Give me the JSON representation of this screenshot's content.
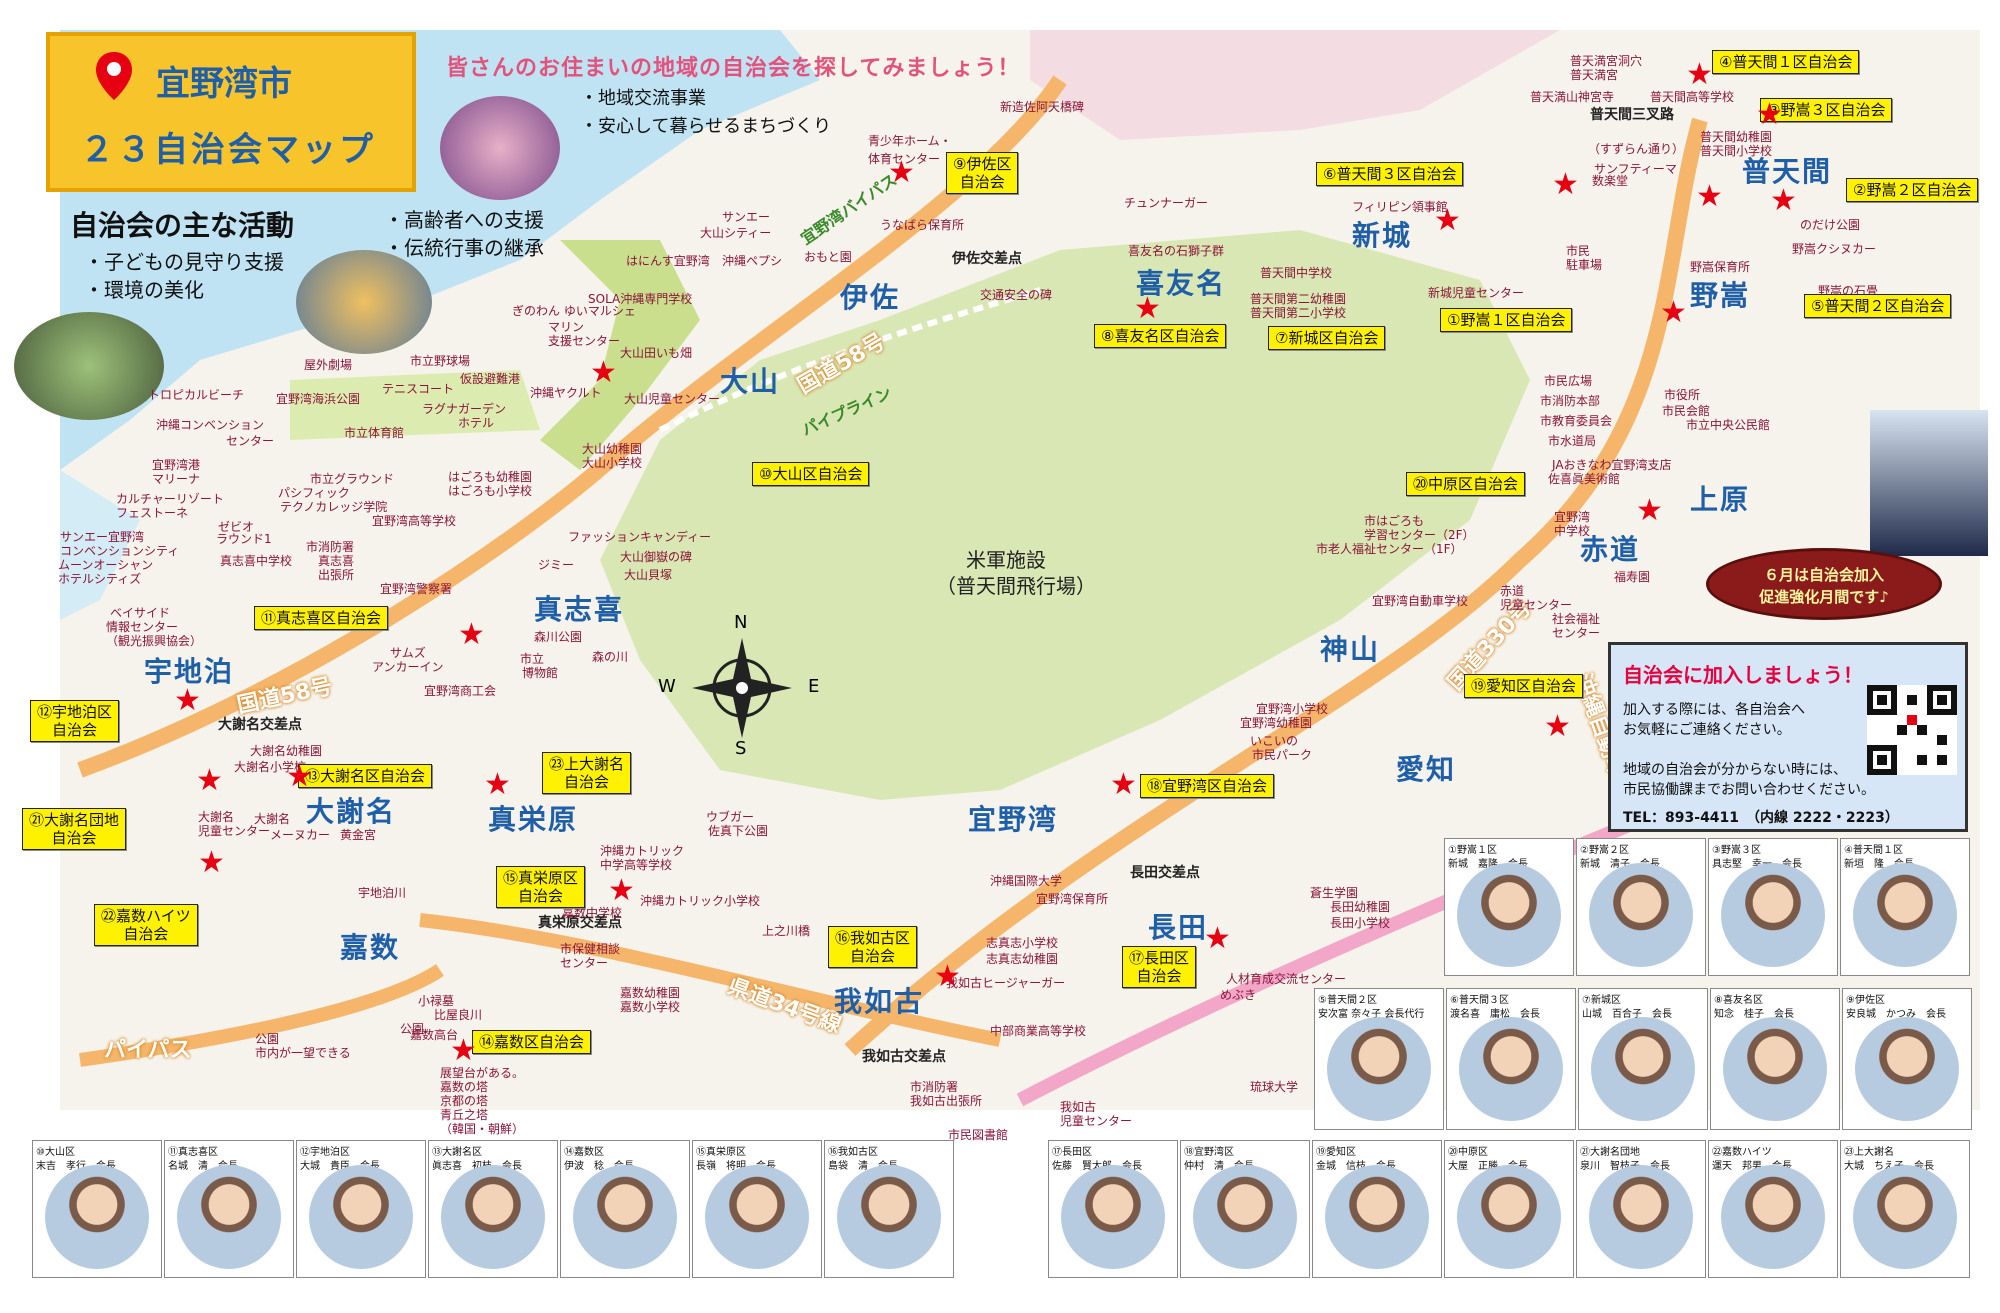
{
  "title": {
    "city": "宜野湾市",
    "subtitle": "２３自治会マップ"
  },
  "headline": {
    "main": "皆さんのお住まいの地域の自治会を探してみましょう！",
    "bullets": [
      "・地域交流事業",
      "・安心して暮らせるまちづくり"
    ]
  },
  "activities": {
    "heading": "自治会の主な活動",
    "left": [
      "・子どもの見守り支援",
      "・環境の美化"
    ],
    "right": [
      "・高齢者への支援",
      "・伝統行事の継承"
    ]
  },
  "districts": [
    "大山",
    "伊佐",
    "喜友名",
    "新城",
    "普天間",
    "野嵩",
    "上原",
    "赤道",
    "真志喜",
    "宇地泊",
    "大謝名",
    "真栄原",
    "嘉数",
    "我如古",
    "長田",
    "宜野湾",
    "神山",
    "愛知"
  ],
  "roads": [
    "国道58号",
    "国道58号",
    "国道330号",
    "県道34号線",
    "パイプライン",
    "宜野湾バイパス",
    "パイパス",
    "沖縄自動車道"
  ],
  "crossings": [
    "伊佐交差点",
    "大謝名交差点",
    "真栄原交差点",
    "長田交差点",
    "我如古交差点",
    "普天間三叉路"
  ],
  "base": {
    "line1": "米軍施設",
    "line2": "（普天間飛行場）"
  },
  "compass": [
    "N",
    "S",
    "W",
    "E"
  ],
  "places": [
    "新造佐阿天橋碑",
    "青少年ホーム・",
    "体育センター",
    "うなばら保育所",
    "サンエー",
    "大山シティー",
    "はにんす宜野湾",
    "沖縄ペプシ",
    "おもと園",
    "SOLA沖縄専門学校",
    "ぎのわん ゆいマルシェ",
    "マリン",
    "支援センター",
    "大山田いも畑",
    "沖縄ヤクルト",
    "大山児童センター",
    "大山幼稚園",
    "大山小学校",
    "屋外劇場",
    "市立野球場",
    "仮設避難港",
    "トロピカルビーチ",
    "宜野湾海浜公園",
    "テニスコート",
    "ラグナガーデン",
    "ホテル",
    "沖縄コンベンション",
    "センター",
    "市立体育館",
    "宜野湾港",
    "マリーナ",
    "市立グラウンド",
    "パシフィック",
    "テクノカレッジ学院",
    "はごろも幼稚園",
    "はごろも小学校",
    "カルチャーリゾート",
    "フェストーネ",
    "宜野湾高等学校",
    "サンエー宜野湾",
    "コンベンションシティ",
    "ゼビオ",
    "ラウンド1",
    "ムーンオーシャン",
    "ホテルシティズ",
    "真志喜中学校",
    "市消防署",
    "真志喜",
    "出張所",
    "宜野湾警察署",
    "ファッションキャンディー",
    "大山御嶽の碑",
    "大山貝塚",
    "ジミー",
    "ベイサイド",
    "情報センター",
    "（観光振興協会）",
    "森川公園",
    "森の川",
    "市立",
    "博物館",
    "サムズ",
    "アンカーイン",
    "宜野湾商工会",
    "大謝名幼稚園",
    "大謝名小学校",
    "大謝名",
    "児童センター",
    "大謝名",
    "メーヌカー",
    "黄金宮",
    "ウブガー",
    "佐真下公園",
    "沖縄カトリック",
    "中学高等学校",
    "沖縄カトリック小学校",
    "嘉数中学校",
    "上之川橋",
    "市保健相談",
    "センター",
    "嘉数幼稚園",
    "嘉数小学校",
    "小禄墓",
    "比屋良川",
    "公園",
    "嘉数高台",
    "公園",
    "市内が一望できる",
    "展望台がある。",
    "嘉数の塔",
    "京都の塔",
    "青丘之塔",
    "（韓国・朝鮮）",
    "宇地泊川",
    "チュンナーガー",
    "喜友名の石獅子群",
    "普天間中学校",
    "普天間第二幼稚園",
    "普天間第二小学校",
    "フィリピン領事館",
    "新城児童センター",
    "市民",
    "駐車場",
    "交通安全の碑",
    "普天満宮洞穴",
    "普天満宮",
    "普天満山神宮寺",
    "普天間高等学校",
    "普天間幼稚園",
    "普天間小学校",
    "（すずらん通り）",
    "サンフティーマ",
    "数楽堂",
    "のだけ公園",
    "野嵩クシヌカー",
    "野嵩保育所",
    "野嵩の石畳",
    "市民広場",
    "市消防本部",
    "市役所",
    "市民会館",
    "市教育委員会",
    "市立中央公民館",
    "市水道局",
    "JAおきなわ宜野湾支店",
    "佐喜眞美術館",
    "市はごろも",
    "学習センター（2F）",
    "市老人福祉センター（1F）",
    "宜野湾",
    "中学校",
    "福寿園",
    "赤道",
    "児童センター",
    "宜野湾自動車学校",
    "社会福祉",
    "センター",
    "宜野湾小学校",
    "宜野湾幼稚園",
    "いこいの",
    "市民パーク",
    "沖縄国際大学",
    "宜野湾保育所",
    "志真志小学校",
    "志真志幼稚園",
    "我如古ヒージャーガー",
    "中部商業高等学校",
    "市消防署",
    "我如古出張所",
    "我如古",
    "児童センター",
    "市民図書館",
    "蒼生学園",
    "長田幼稚園",
    "長田小学校",
    "人材育成交流センター",
    "めぶき",
    "琉球大学"
  ],
  "associations": [
    {
      "label": "①野嵩１区自治会"
    },
    {
      "label": "②野嵩２区自治会"
    },
    {
      "label": "③野嵩３区自治会"
    },
    {
      "label": "④普天間１区自治会"
    },
    {
      "label": "⑤普天間２区自治会"
    },
    {
      "label": "⑥普天間３区自治会"
    },
    {
      "label": "⑦新城区自治会"
    },
    {
      "label": "⑧喜友名区自治会"
    },
    {
      "label": "⑨伊佐区",
      "label2": "自治会"
    },
    {
      "label": "⑩大山区自治会"
    },
    {
      "label": "⑪真志喜区自治会"
    },
    {
      "label": "⑫宇地泊区",
      "label2": "自治会"
    },
    {
      "label": "⑬大謝名区自治会"
    },
    {
      "label": "⑭嘉数区自治会"
    },
    {
      "label": "⑮真栄原区",
      "label2": "自治会"
    },
    {
      "label": "⑯我如古区",
      "label2": "自治会"
    },
    {
      "label": "⑰長田区",
      "label2": "自治会"
    },
    {
      "label": "⑱宜野湾区自治会"
    },
    {
      "label": "⑲愛知区自治会"
    },
    {
      "label": "⑳中原区自治会"
    },
    {
      "label": "㉑大謝名団地",
      "label2": "自治会"
    },
    {
      "label": "㉒嘉数ハイツ",
      "label2": "自治会"
    },
    {
      "label": "㉓上大謝名",
      "label2": "自治会"
    }
  ],
  "june_notice": {
    "line1": "６月は自治会加入",
    "line2": "促進強化月間です♪"
  },
  "join": {
    "title": "自治会に加入しましょう！",
    "lines": [
      "加入する際には、各自治会へ",
      "お気軽にご連絡ください。",
      "地域の自治会が分からない時には、",
      "市民協働課までお問い合わせください。"
    ],
    "tel": "TEL：893-4411　（内線 2222・2223）"
  },
  "presidents": [
    {
      "district": "①野嵩１区",
      "name": "新城　嘉隆　会長"
    },
    {
      "district": "②野嵩２区",
      "name": "新城　清子　会長"
    },
    {
      "district": "③野嵩３区",
      "name": "具志堅　幸一　会長"
    },
    {
      "district": "④普天間１区",
      "name": "新垣　隆　会長"
    },
    {
      "district": "⑤普天間２区",
      "name": "安次富 奈々子 会長代行"
    },
    {
      "district": "⑥普天間３区",
      "name": "渡名喜　庸松　会長"
    },
    {
      "district": "⑦新城区",
      "name": "山城　百合子　会長"
    },
    {
      "district": "⑧喜友名区",
      "name": "知念　桂子　会長"
    },
    {
      "district": "⑨伊佐区",
      "name": "安良城　かつみ　会長"
    },
    {
      "district": "⑩大山区",
      "name": "末吉　孝行　会長"
    },
    {
      "district": "⑪真志喜区",
      "name": "名城　清　会長"
    },
    {
      "district": "⑫宇地泊区",
      "name": "大城　貴臣　会長"
    },
    {
      "district": "⑬大謝名区",
      "name": "眞志喜　初枝　会長"
    },
    {
      "district": "⑭嘉数区",
      "name": "伊波　稔　会長"
    },
    {
      "district": "⑮真栄原区",
      "name": "長嶺　将明　会長"
    },
    {
      "district": "⑯我如古区",
      "name": "島袋　清　会長"
    },
    {
      "district": "⑰長田区",
      "name": "佐藤　賢太郎　会長"
    },
    {
      "district": "⑱宜野湾区",
      "name": "仲村　清　会長"
    },
    {
      "district": "⑲愛知区",
      "name": "金城　信枝　会長"
    },
    {
      "district": "⑳中原区",
      "name": "大屋　正勝　会長"
    },
    {
      "district": "㉑大謝名団地",
      "name": "泉川　智枝子　会長"
    },
    {
      "district": "㉒嘉数ハイツ",
      "name": "運天　邦男　会長"
    },
    {
      "district": "㉓上大謝名",
      "name": "大城　ちえ子　会長"
    }
  ],
  "colors": {
    "sea": "#bfe3f3",
    "base": "#d9e7b5",
    "district": "#1f5fa8",
    "road": "#f5b66b",
    "star": "#e60012",
    "tag": "#fff200",
    "poi": "#8e2c8e"
  }
}
